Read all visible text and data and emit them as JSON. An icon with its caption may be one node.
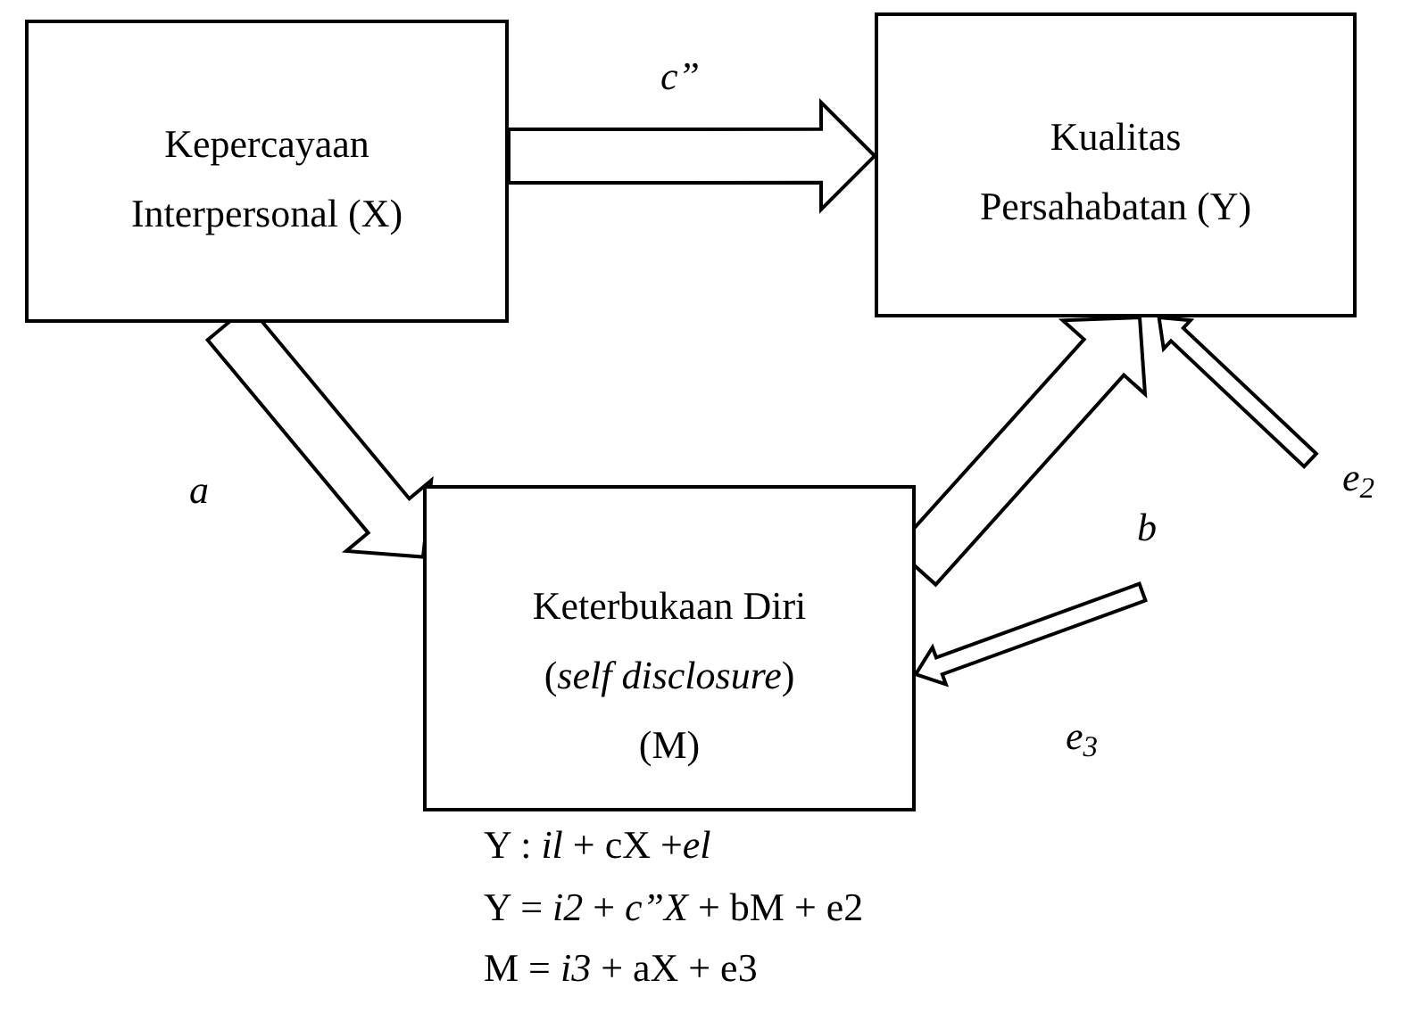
{
  "diagram": {
    "nodes": [
      {
        "text": [
          "Kepercayaan Interpersonal (X)"
        ]
      },
      {
        "text": [
          "Kualitas Persahabatan (Y)"
        ]
      },
      {
        "text": [
          "Keterbukaan Diri (*self disclosure*) (M)"
        ]
      }
    ],
    "edges": [
      {
        "from": 0,
        "to": 1,
        "arrow": "to",
        "label": "c”"
      },
      {
        "from": 0,
        "to": 2,
        "arrow": "to",
        "label": "a"
      },
      {
        "from": 2,
        "to": 1,
        "arrow": "to",
        "label": "b"
      },
      {
        "from": null,
        "to": 1,
        "arrow": "to",
        "label": "e$_{2}$"
      },
      {
        "from": null,
        "to": 2,
        "arrow": "to",
        "label": "e$_{3}$"
      }
    ],
    "labels": [
      "Y :  *il* + cX +*el*",
      "Y = *i2* + *c”X* + bM + e2",
      "M = *i3* + aX + e3"
    ]
  }
}
